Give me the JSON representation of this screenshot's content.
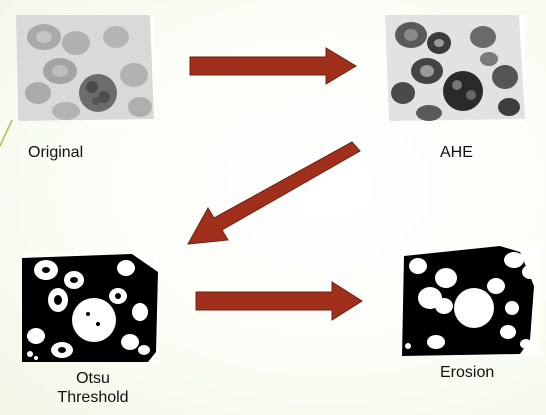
{
  "steps": [
    {
      "id": "original",
      "label": "Original"
    },
    {
      "id": "ahe",
      "label": "AHE"
    },
    {
      "id": "otsu",
      "label_line1": "Otsu",
      "label_line2": "Threshold"
    },
    {
      "id": "erosion",
      "label": "Erosion"
    }
  ],
  "colors": {
    "arrow": "#a0301c",
    "arrow_outline": "#6e1f12",
    "accent": "#a7c14a"
  }
}
